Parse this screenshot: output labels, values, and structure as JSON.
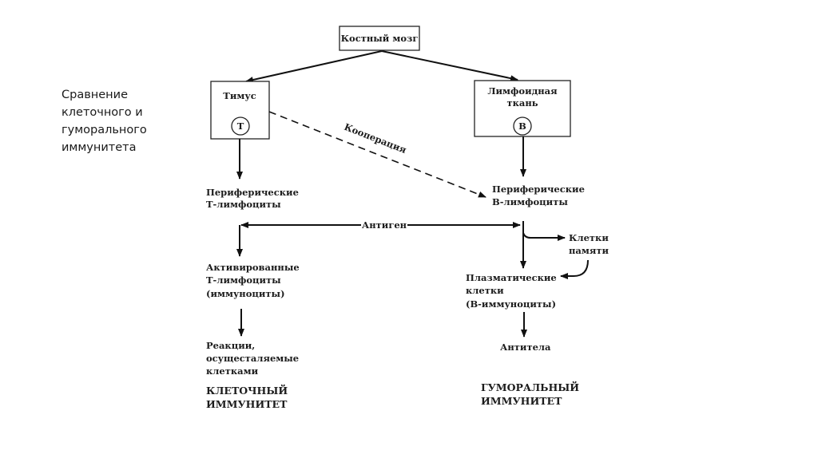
{
  "slide_title": [
    "Сравнение",
    "клеточного и",
    "гуморального",
    "иммунитета"
  ],
  "diagram": {
    "bone_marrow": "Костный мозг",
    "thymus": "Тимус",
    "thymus_cell": "T",
    "lymphoid_tissue": [
      "Лимфоидная",
      "ткань"
    ],
    "lymphoid_cell": "B",
    "cooperation": "Кооперация",
    "peripheral_t": [
      "Периферические",
      "Т-лимфоциты"
    ],
    "peripheral_b": [
      "Периферические",
      "В-лимфоциты"
    ],
    "antigen": "Антиген",
    "memory_cells": [
      "Клетки",
      "памяти"
    ],
    "activated_t": [
      "Активированные",
      "Т-лимфоциты",
      "(иммуноциты)"
    ],
    "plasma_cells": [
      "Плазматические",
      "клетки",
      "(В-иммуноциты)"
    ],
    "cell_reactions": [
      "Реакции,",
      "осущесталяемые",
      "клетками"
    ],
    "antibodies": "Антитела",
    "cellular_immunity": [
      "КЛЕТОЧНЫЙ",
      "ИММУНИТЕТ"
    ],
    "humoral_immunity": [
      "ГУМОРАЛЬНЫЙ",
      "ИММУНИТЕТ"
    ]
  }
}
